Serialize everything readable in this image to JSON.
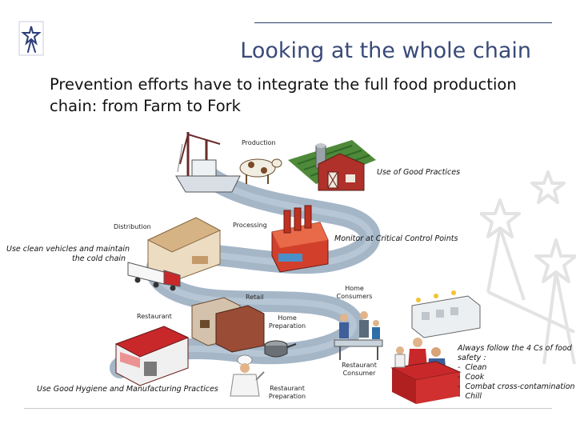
{
  "slide": {
    "title": "Looking at the whole chain",
    "subtitle": "Prevention efforts have to integrate the full food production chain: from Farm to Fork"
  },
  "stages": {
    "production": "Production",
    "processing": "Processing",
    "distribution": "Distribution",
    "retail": "Retail",
    "restaurant": "Restaurant",
    "home_preparation": "Home Preparation",
    "home_consumers": "Home Consumers",
    "restaurant_preparation": "Restaurant Preparation",
    "restaurant_consumer": "Restaurant Consumer"
  },
  "notes": {
    "good_practices": "Use of Good Practices",
    "critical_control": "Monitor at Critical Control Points",
    "cold_chain_line1": "Use clean vehicles and maintain",
    "cold_chain_line2": "the cold chain",
    "hygiene": "Use Good Hygiene and Manufacturing Practices",
    "four_cs_intro_line1": "Always follow the 4 Cs of food",
    "four_cs_intro_line2": "safety :",
    "four_cs": [
      "Clean",
      "Cook",
      "Combat cross-contamination",
      "Chill"
    ]
  },
  "colors": {
    "title": "#3a4a78",
    "road": "#8da3b9",
    "barn": "#b0302a",
    "factory": "#d2402c",
    "logo": "#2d3d7a"
  },
  "icons": {
    "logo": "star-figure-icon",
    "watermark": "stars-watermark-icon"
  }
}
